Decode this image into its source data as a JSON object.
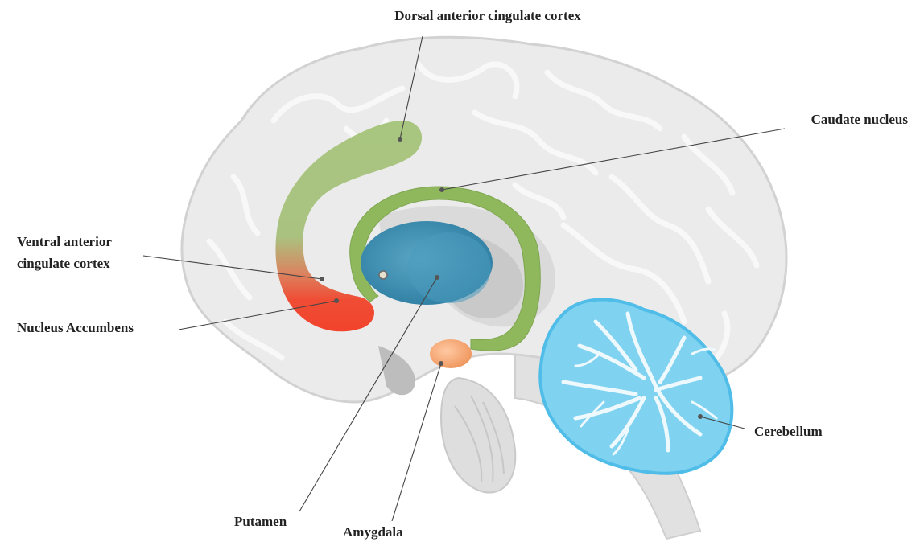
{
  "labels": {
    "dorsal_acc": "Dorsal anterior cingulate cortex",
    "caudate": "Caudate nucleus",
    "ventral_acc_line1": "Ventral anterior",
    "ventral_acc_line2": "cingulate cortex",
    "nucleus_accumbens": "Nucleus Accumbens",
    "cerebellum": "Cerebellum",
    "putamen": "Putamen",
    "amygdala": "Amygdala"
  },
  "colors": {
    "brain_fill": "#ebebeb",
    "brain_outline": "#d2d2d2",
    "sulci": "#f7f7f7",
    "cingulate_green": "#9cbf6a",
    "caudate_green": "#8fb85d",
    "accumbens_red": "#f0442b",
    "putamen_blue": "#3f8fb0",
    "amygdala_orange": "#f4a06a",
    "cerebellum_blue": "#7fd2f0",
    "cerebellum_white": "#eaf8fd"
  }
}
